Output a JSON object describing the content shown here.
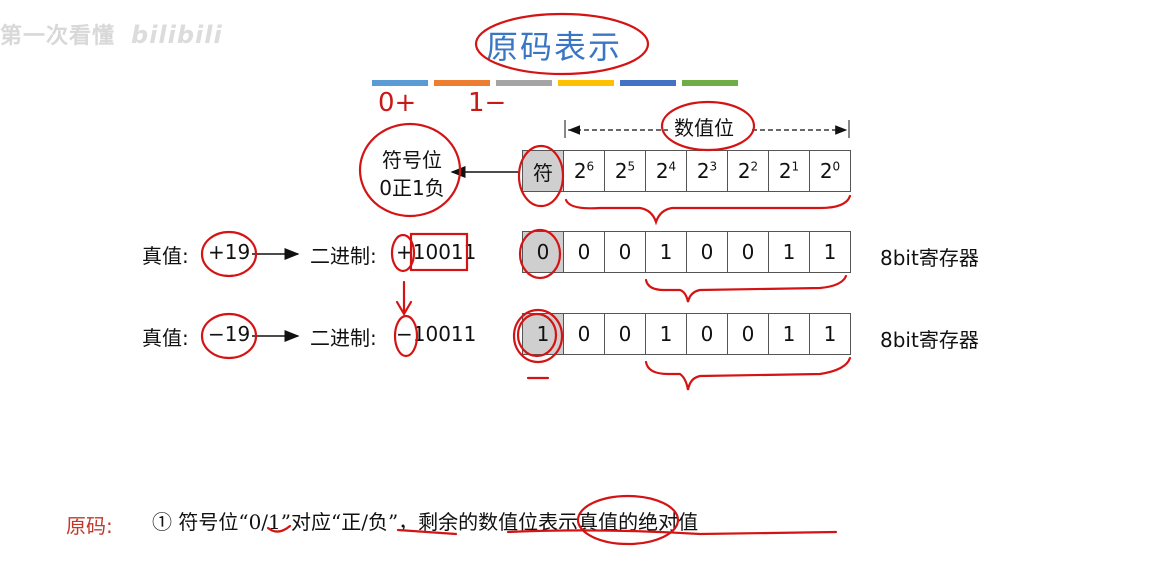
{
  "watermark": {
    "text": "第一次看懂",
    "logo": "bilibili"
  },
  "title": "原码表示",
  "stripe_colors": [
    "#5b9bd5",
    "#ed7d31",
    "#a5a5a5",
    "#ffc000",
    "#4472c4",
    "#70ad47"
  ],
  "handwritten": {
    "zero_plus": "0+",
    "one_minus": "1−"
  },
  "magnitude_label": "数值位",
  "sign_label": {
    "line1": "符号位",
    "line2": "0正1负"
  },
  "header_row": {
    "sign": "符",
    "powers": [
      {
        "base": "2",
        "exp": "6"
      },
      {
        "base": "2",
        "exp": "5"
      },
      {
        "base": "2",
        "exp": "4"
      },
      {
        "base": "2",
        "exp": "3"
      },
      {
        "base": "2",
        "exp": "2"
      },
      {
        "base": "2",
        "exp": "1"
      },
      {
        "base": "2",
        "exp": "0"
      }
    ]
  },
  "rows": [
    {
      "true_label": "真值:",
      "true_value": "+19",
      "bin_label": "二进制:",
      "bin_value": "+10011",
      "bits": [
        "0",
        "0",
        "0",
        "1",
        "0",
        "0",
        "1",
        "1"
      ],
      "register": "8bit寄存器"
    },
    {
      "true_label": "真值:",
      "true_value": "−19",
      "bin_label": "二进制:",
      "bin_value": "−10011",
      "bits": [
        "1",
        "0",
        "0",
        "1",
        "0",
        "0",
        "1",
        "1"
      ],
      "register": "8bit寄存器"
    }
  ],
  "definition": {
    "label": "原码:",
    "text": "① 符号位“0/1”对应“正/负”，剩余的数值位表示真值的绝对值"
  }
}
